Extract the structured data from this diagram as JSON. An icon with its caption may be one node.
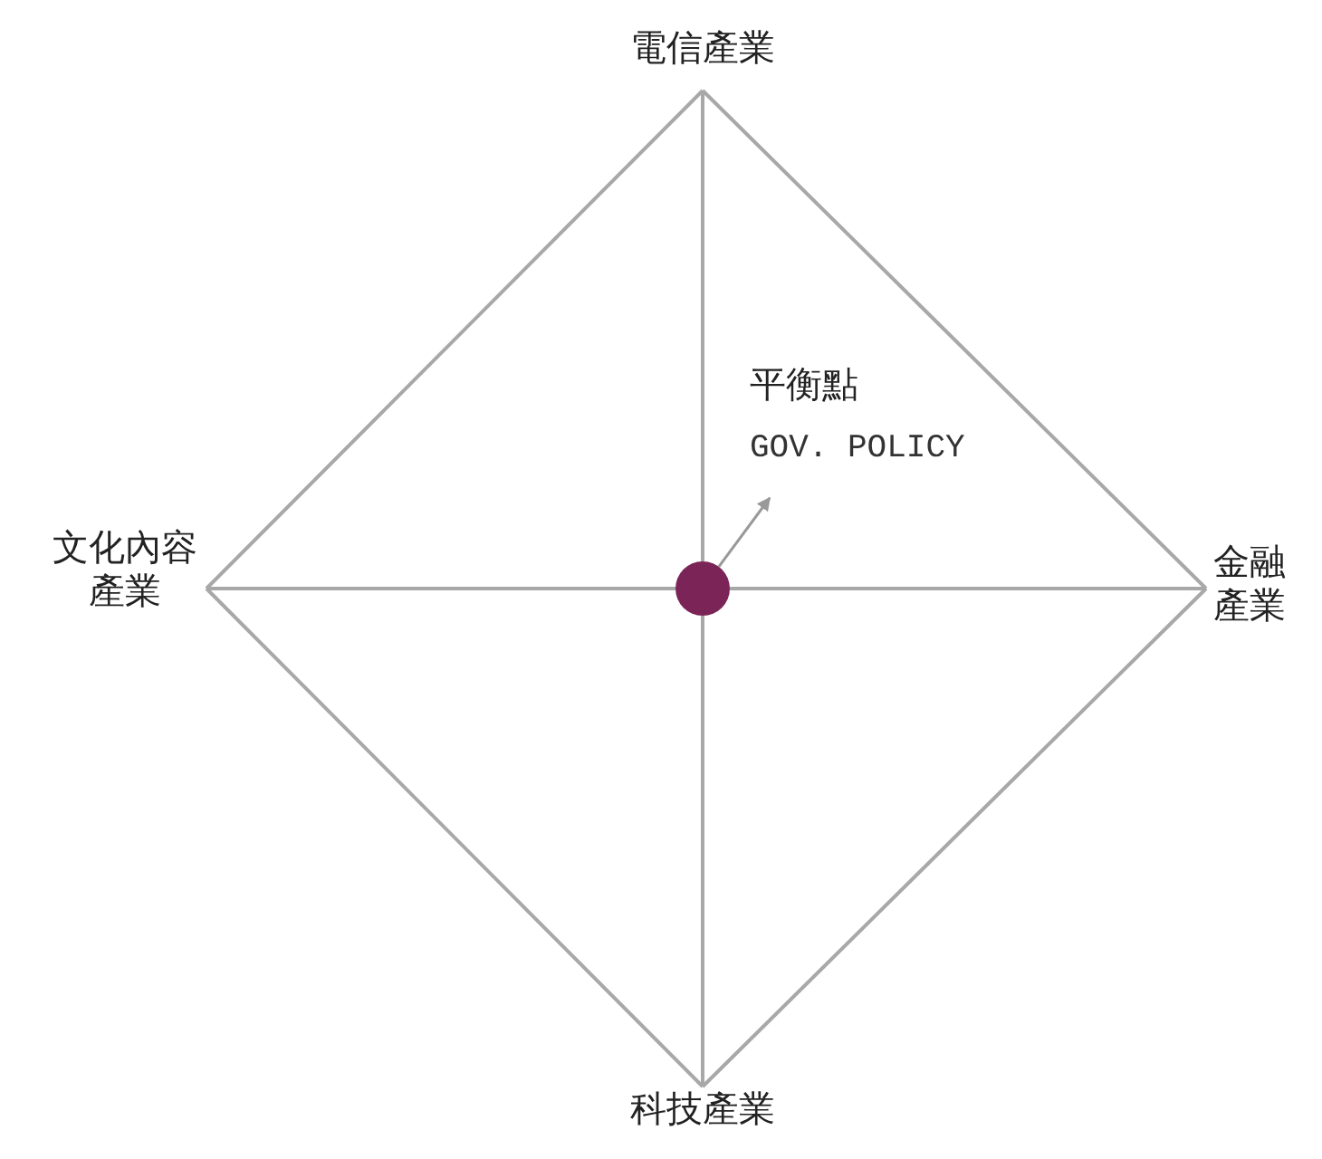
{
  "diagram": {
    "nodes": [
      {
        "text": [
          "電信產業"
        ]
      },
      {
        "text": [
          "文化內容產業"
        ]
      },
      {
        "text": [
          "金融產業"
        ]
      },
      {
        "text": [
          "科技產業"
        ]
      },
      {
        "text": [],
        "shape": "circle"
      },
      {
        "text": [
          "平衡點",
          "GOV. POLICY"
        ]
      }
    ],
    "edges": [
      {
        "from": 0,
        "to": 2,
        "arrow": "none"
      },
      {
        "from": 2,
        "to": 3,
        "arrow": "none"
      },
      {
        "from": 3,
        "to": 1,
        "arrow": "none"
      },
      {
        "from": 1,
        "to": 0,
        "arrow": "none"
      },
      {
        "from": 0,
        "to": 4,
        "arrow": "none"
      },
      {
        "from": 4,
        "to": 3,
        "arrow": "none"
      },
      {
        "from": 1,
        "to": 4,
        "arrow": "none"
      },
      {
        "from": 4,
        "to": 2,
        "arrow": "none"
      },
      {
        "from": 4,
        "to": 5,
        "arrow": "to"
      }
    ]
  }
}
